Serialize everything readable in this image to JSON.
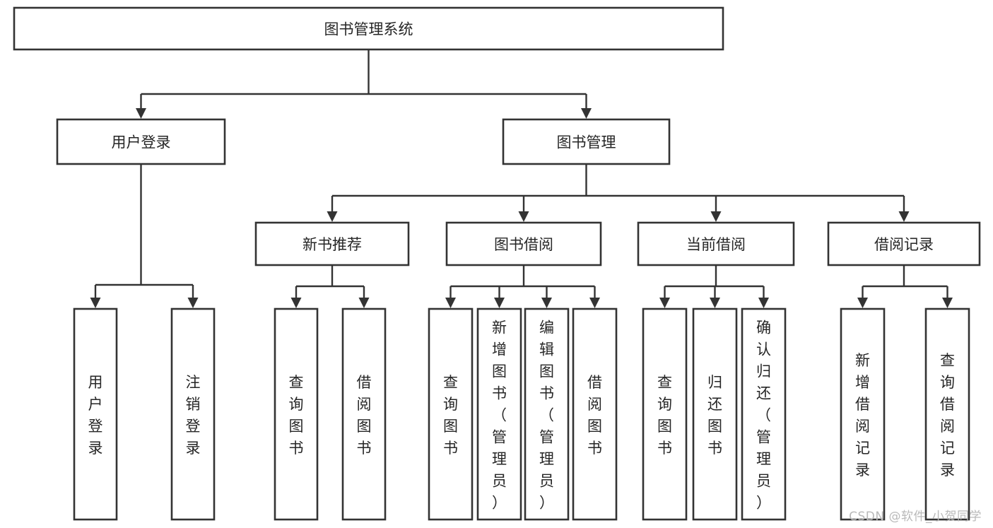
{
  "diagram": {
    "type": "tree",
    "title": "图书管理系统",
    "watermark": "CSDN @软件_小贺同学",
    "nodes": {
      "root": {
        "id": "root",
        "label": "图书管理系统",
        "level": 0,
        "orientation": "horizontal"
      },
      "user_login": {
        "id": "user_login",
        "label": "用户登录",
        "level": 1,
        "orientation": "horizontal"
      },
      "book_manage": {
        "id": "book_manage",
        "label": "图书管理",
        "level": 1,
        "orientation": "horizontal"
      },
      "new_book_rec": {
        "id": "new_book_rec",
        "label": "新书推荐",
        "level": 2,
        "orientation": "horizontal"
      },
      "book_borrow": {
        "id": "book_borrow",
        "label": "图书借阅",
        "level": 2,
        "orientation": "horizontal"
      },
      "current_borrow": {
        "id": "current_borrow",
        "label": "当前借阅",
        "level": 2,
        "orientation": "horizontal"
      },
      "borrow_record": {
        "id": "borrow_record",
        "label": "借阅记录",
        "level": 2,
        "orientation": "horizontal"
      },
      "leaf_user_login": {
        "id": "leaf_user_login",
        "label": "用户登录",
        "level": 2,
        "orientation": "vertical"
      },
      "leaf_logout": {
        "id": "leaf_logout",
        "label": "注销登录",
        "level": 2,
        "orientation": "vertical"
      },
      "leaf_query_book_1": {
        "id": "leaf_query_book_1",
        "label": "查询图书",
        "level": 3,
        "orientation": "vertical"
      },
      "leaf_borrow_book_1": {
        "id": "leaf_borrow_book_1",
        "label": "借阅图书",
        "level": 3,
        "orientation": "vertical"
      },
      "leaf_query_book_2": {
        "id": "leaf_query_book_2",
        "label": "查询图书",
        "level": 3,
        "orientation": "vertical"
      },
      "leaf_add_book": {
        "id": "leaf_add_book",
        "label": "新增图书（管理员）",
        "level": 3,
        "orientation": "vertical"
      },
      "leaf_edit_book": {
        "id": "leaf_edit_book",
        "label": "编辑图书（管理员）",
        "level": 3,
        "orientation": "vertical"
      },
      "leaf_borrow_book_2": {
        "id": "leaf_borrow_book_2",
        "label": "借阅图书",
        "level": 3,
        "orientation": "vertical"
      },
      "leaf_query_book_3": {
        "id": "leaf_query_book_3",
        "label": "查询图书",
        "level": 3,
        "orientation": "vertical"
      },
      "leaf_return_book": {
        "id": "leaf_return_book",
        "label": "归还图书",
        "level": 3,
        "orientation": "vertical"
      },
      "leaf_confirm_return": {
        "id": "leaf_confirm_return",
        "label": "确认归还（管理员）",
        "level": 3,
        "orientation": "vertical"
      },
      "leaf_add_record": {
        "id": "leaf_add_record",
        "label": "新增借阅记录",
        "level": 3,
        "orientation": "vertical"
      },
      "leaf_query_record": {
        "id": "leaf_query_record",
        "label": "查询借阅记录",
        "level": 3,
        "orientation": "vertical"
      }
    },
    "edges": [
      {
        "from": "root",
        "to": "user_login"
      },
      {
        "from": "root",
        "to": "book_manage"
      },
      {
        "from": "user_login",
        "to": "leaf_user_login"
      },
      {
        "from": "user_login",
        "to": "leaf_logout"
      },
      {
        "from": "book_manage",
        "to": "new_book_rec"
      },
      {
        "from": "book_manage",
        "to": "book_borrow"
      },
      {
        "from": "book_manage",
        "to": "current_borrow"
      },
      {
        "from": "book_manage",
        "to": "borrow_record"
      },
      {
        "from": "new_book_rec",
        "to": "leaf_query_book_1"
      },
      {
        "from": "new_book_rec",
        "to": "leaf_borrow_book_1"
      },
      {
        "from": "book_borrow",
        "to": "leaf_query_book_2"
      },
      {
        "from": "book_borrow",
        "to": "leaf_add_book"
      },
      {
        "from": "book_borrow",
        "to": "leaf_edit_book"
      },
      {
        "from": "book_borrow",
        "to": "leaf_borrow_book_2"
      },
      {
        "from": "current_borrow",
        "to": "leaf_query_book_3"
      },
      {
        "from": "current_borrow",
        "to": "leaf_return_book"
      },
      {
        "from": "current_borrow",
        "to": "leaf_confirm_return"
      },
      {
        "from": "borrow_record",
        "to": "leaf_add_record"
      },
      {
        "from": "borrow_record",
        "to": "leaf_query_record"
      }
    ],
    "colors": {
      "box_stroke": "#333333",
      "box_fill": "#ffffff",
      "text": "#262626",
      "connector": "#333333",
      "watermark": "#b9b9b9",
      "background": "#ffffff"
    }
  }
}
